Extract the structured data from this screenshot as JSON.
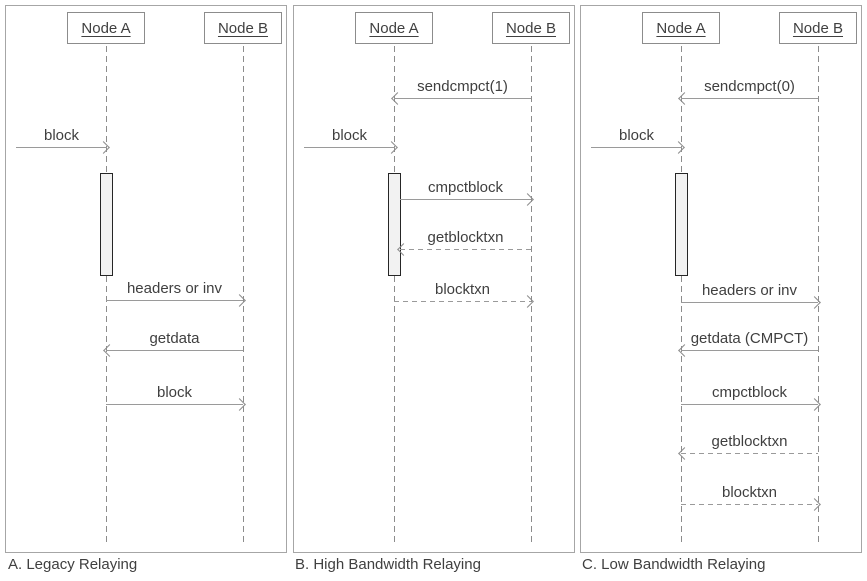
{
  "colors": {
    "arrow_line": "#9a9a9a",
    "label_text": "#3f3f3f",
    "panel_border": "#a6a6a6",
    "activation_fill": "#f2f2f2"
  },
  "panels": [
    {
      "caption": "A. Legacy Relaying",
      "actors": [
        "Node A",
        "Node B"
      ],
      "messages": [
        {
          "label": "block",
          "from": "network",
          "to": "Node A",
          "line": "solid",
          "direction": "right"
        },
        {
          "label": "headers or inv",
          "from": "Node A",
          "to": "Node B",
          "line": "solid",
          "direction": "right"
        },
        {
          "label": "getdata",
          "from": "Node B",
          "to": "Node A",
          "line": "solid",
          "direction": "left"
        },
        {
          "label": "block",
          "from": "Node A",
          "to": "Node B",
          "line": "solid",
          "direction": "right"
        }
      ]
    },
    {
      "caption": "B. High Bandwidth Relaying",
      "actors": [
        "Node A",
        "Node B"
      ],
      "messages": [
        {
          "label": "sendcmpct(1)",
          "from": "Node B",
          "to": "Node A",
          "line": "solid",
          "direction": "left"
        },
        {
          "label": "block",
          "from": "network",
          "to": "Node A",
          "line": "solid",
          "direction": "right"
        },
        {
          "label": "cmpctblock",
          "from": "Node A",
          "to": "Node B",
          "line": "solid",
          "direction": "right"
        },
        {
          "label": "getblocktxn",
          "from": "Node B",
          "to": "Node A",
          "line": "dashed",
          "direction": "left"
        },
        {
          "label": "blocktxn",
          "from": "Node A",
          "to": "Node B",
          "line": "dashed",
          "direction": "right"
        }
      ]
    },
    {
      "caption": "C. Low Bandwidth Relaying",
      "actors": [
        "Node A",
        "Node B"
      ],
      "messages": [
        {
          "label": "sendcmpct(0)",
          "from": "Node B",
          "to": "Node A",
          "line": "solid",
          "direction": "left"
        },
        {
          "label": "block",
          "from": "network",
          "to": "Node A",
          "line": "solid",
          "direction": "right"
        },
        {
          "label": "headers or inv",
          "from": "Node A",
          "to": "Node B",
          "line": "solid",
          "direction": "right"
        },
        {
          "label": "getdata (CMPCT)",
          "from": "Node B",
          "to": "Node A",
          "line": "solid",
          "direction": "left"
        },
        {
          "label": "cmpctblock",
          "from": "Node A",
          "to": "Node B",
          "line": "solid",
          "direction": "right"
        },
        {
          "label": "getblocktxn",
          "from": "Node B",
          "to": "Node A",
          "line": "dashed",
          "direction": "left"
        },
        {
          "label": "blocktxn",
          "from": "Node A",
          "to": "Node B",
          "line": "dashed",
          "direction": "right"
        }
      ]
    }
  ]
}
